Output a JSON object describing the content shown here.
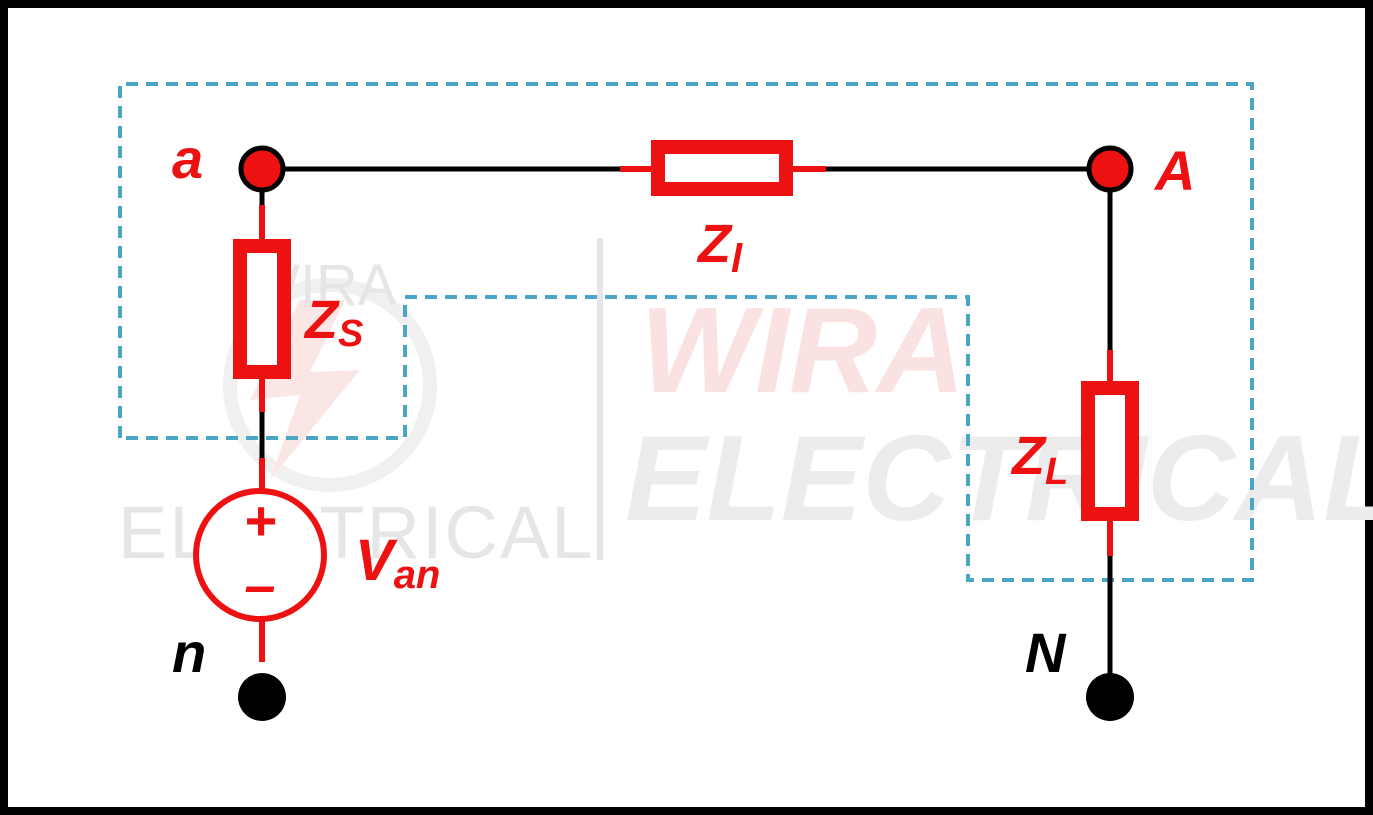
{
  "colors": {
    "component": "#ee1111",
    "wire": "#000000",
    "boundary": "#4aa6c4",
    "border": "#000000",
    "watermark": "#e4e4e4",
    "watermark_accent": "#fbe4e4"
  },
  "labels": {
    "node_a": "a",
    "node_A": "A",
    "node_n": "n",
    "node_N": "N",
    "z_line": {
      "main": "Z",
      "sub": "l"
    },
    "z_source": {
      "main": "Z",
      "sub": "S"
    },
    "z_load": {
      "main": "Z",
      "sub": "L"
    },
    "v_source": {
      "main": "V",
      "sub": "an"
    },
    "plus": "+",
    "minus": "–"
  },
  "watermark": {
    "left_top": "WIRA",
    "left_bottom": "ELECTRICAL",
    "right_top": "WIRA",
    "right_bottom": "ELECTRICAL"
  }
}
